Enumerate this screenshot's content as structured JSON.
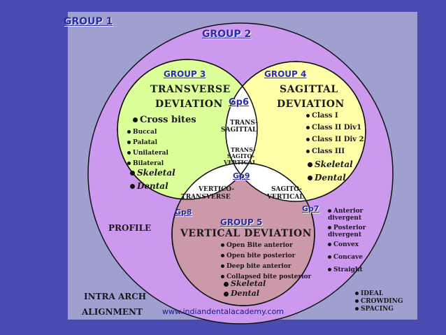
{
  "colors": {
    "frame": "#4a4bb0",
    "board": "#9fa0d0",
    "group2": "#cc99ee",
    "group3": "#ddff99",
    "group4": "#ffffaa",
    "group5": "#cc99aa",
    "outline": "#111111",
    "title": "#2b2fa3"
  },
  "titles": {
    "group1": "GROUP 1",
    "group2": "GROUP 2",
    "group3": "GROUP 3",
    "group4": "GROUP 4",
    "group5": "GROUP 5"
  },
  "sets": {
    "group3": {
      "line1": "TRANSVERSE",
      "line2": "DEVIATION"
    },
    "group4": {
      "line1": "SAGITTAL",
      "line2": "DEVIATION"
    },
    "group5": {
      "line1": "VERTICAL DEVIATION"
    }
  },
  "intersections": {
    "gp6": "Gp6",
    "gp6_label1": "TRANS-",
    "gp6_label2": "SAGITTAL",
    "gp7": "Gp7",
    "gp7_label1": "SAGITO-",
    "gp7_label2": "VERTICAL",
    "gp8": "Gp8",
    "gp8_label1": "VERTICO-",
    "gp8_label2": "TRANSVERSE",
    "gp9": "Gp9",
    "gp9_label1": "TRANS-",
    "gp9_label2": "SAGITO-",
    "gp9_label3": "VERTICAL"
  },
  "group3_items": {
    "main": "Cross bites",
    "buccal": "Buccal",
    "palatal": "Palatal",
    "unilateral": "Unilateral",
    "bilateral": "Bilateral",
    "skeletal": "Skeletal",
    "dental": "Dental"
  },
  "group4_items": {
    "class1": "Class I",
    "class2div1": "Class II Div1",
    "class2div2": "Class II Div 2",
    "class3": "Class III",
    "skeletal": "Skeletal",
    "dental": "Dental"
  },
  "group5_items": {
    "open_ant": "Open Bite anterior",
    "open_post": "Open bite posterior",
    "deep": "Deep bite anterior",
    "collapsed": "Collapsed bite posterior",
    "skeletal": "Skeletal",
    "dental": "Dental"
  },
  "profile": {
    "label": "PROFILE",
    "anterior1": "Anterior",
    "anterior2": "divergent",
    "posterior1": "Posterior",
    "posterior2": "divergent",
    "convex": "Convex",
    "concave": "Concave",
    "straight": "Straight"
  },
  "intra_arch": {
    "line1": "INTRA ARCH",
    "line2": "ALIGNMENT",
    "ideal": "IDEAL",
    "crowding": "CROWDING",
    "spacing": "SPACING"
  },
  "watermark": "www.indiandentalacademy.com"
}
